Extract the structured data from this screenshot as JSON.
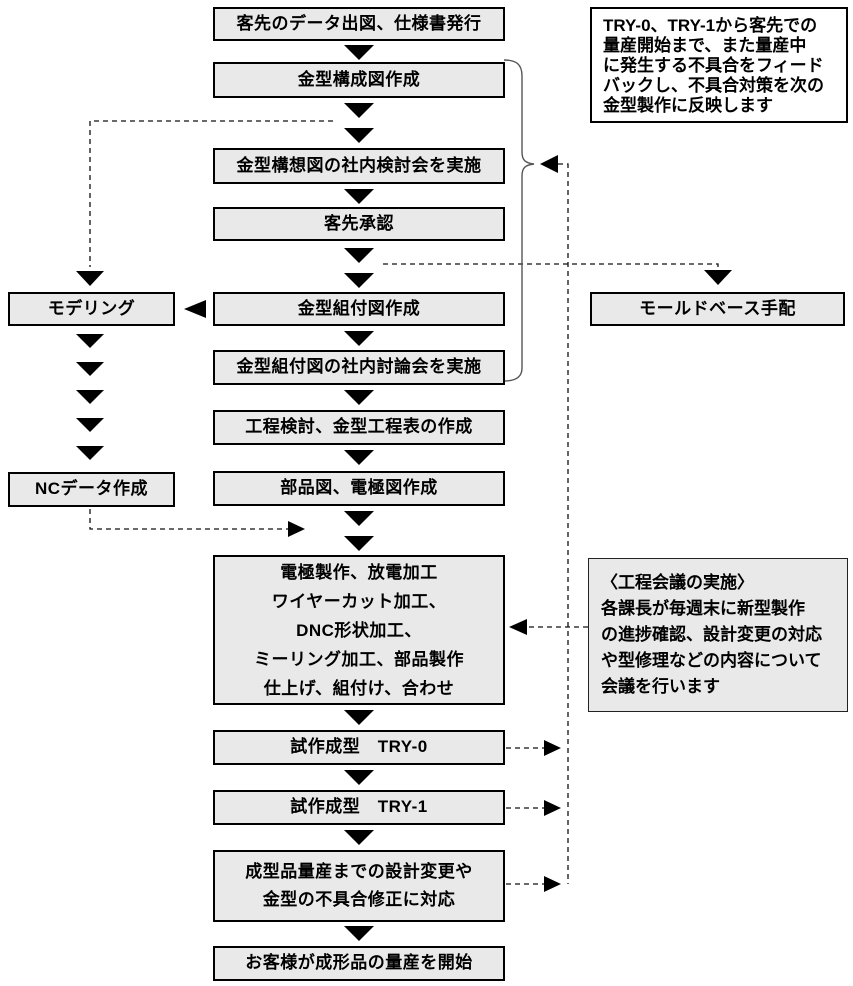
{
  "diagram": {
    "steps": {
      "s1": "客先のデータ出図、仕様書発行",
      "s2": "金型構成図作成",
      "s3": "金型構想図の社内検討会を実施",
      "s4": "客先承認",
      "s5": "金型組付図作成",
      "s6": "金型組付図の社内討論会を実施",
      "s7": "工程検討、金型工程表の作成",
      "s8": "部品図、電極図作成",
      "s9": [
        "電極製作、放電加工",
        "ワイヤーカット加工、",
        "DNC形状加工、",
        "ミーリング加工、部品製作",
        "仕上げ、組付け、合わせ"
      ],
      "s10": "試作成型　TRY-0",
      "s11": "試作成型　TRY-1",
      "s12": [
        "成型品量産までの設計変更や",
        "金型の不具合修正に対応"
      ],
      "s13": "お客様が成形品の量産を開始",
      "modeling": "モデリング",
      "nc": "NCデータ作成",
      "moldbase": "モールドベース手配"
    },
    "notes": {
      "feedback": [
        "TRY-0、TRY-1から客先での",
        "量産開始まで、また量産中",
        "に発生する不具合をフィード",
        "バックし、不具合対策を次の",
        "金型製作に反映します"
      ],
      "meeting": [
        "〈工程会議の実施〉",
        "各課長が毎週末に新型製作",
        "の進捗確認、設計変更の対応",
        "や型修理などの内容について",
        "会議を行います"
      ]
    },
    "colors": {
      "background": "#ffffff",
      "box_fill": "#e9e9e9",
      "box_border": "#000000",
      "note_fill": "#ffffff",
      "arrow": "#000000"
    }
  }
}
